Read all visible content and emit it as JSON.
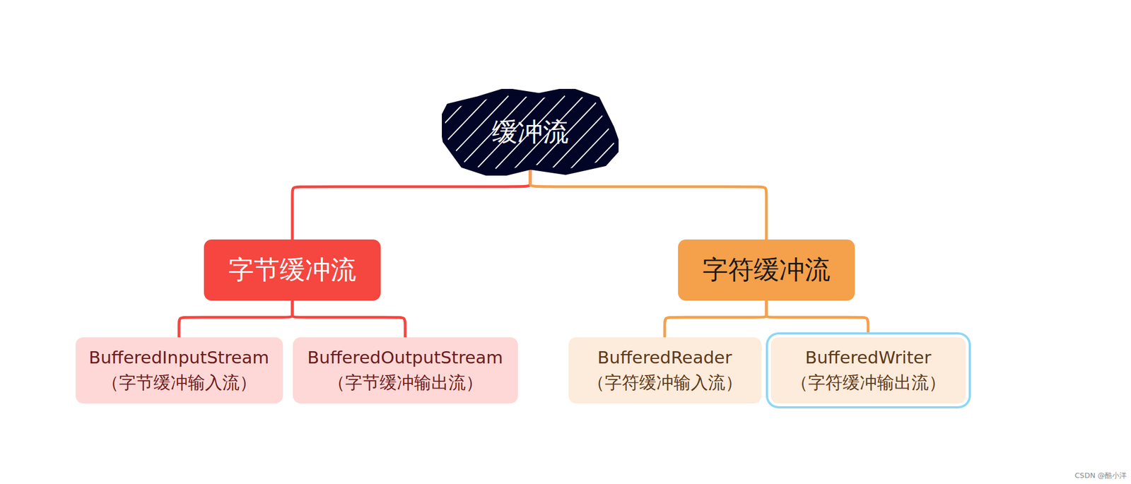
{
  "diagram": {
    "nodes": [
      {
        "text": [
          "缓冲流"
        ]
      },
      {
        "text": [
          "字节缓冲流"
        ]
      },
      {
        "text": [
          "字符缓冲流"
        ]
      },
      {
        "text": [
          "BufferedInputStream",
          "（字节缓冲输入流）"
        ]
      },
      {
        "text": [
          "BufferedOutputStream",
          "（字节缓冲输出流）"
        ]
      },
      {
        "text": [
          "BufferedReader",
          "（字符缓冲输入流）"
        ]
      },
      {
        "text": [
          "BufferedWriter",
          "（字符缓冲输出流）"
        ]
      }
    ],
    "edges": [
      {
        "from": 0,
        "to": 1,
        "arrow": "none"
      },
      {
        "from": 0,
        "to": 2,
        "arrow": "none"
      },
      {
        "from": 1,
        "to": 3,
        "arrow": "none"
      },
      {
        "from": 1,
        "to": 4,
        "arrow": "none"
      },
      {
        "from": 2,
        "to": 5,
        "arrow": "none"
      },
      {
        "from": 2,
        "to": 6,
        "arrow": "none"
      }
    ],
    "labels": [
      "CSDN @酷小洋"
    ]
  }
}
